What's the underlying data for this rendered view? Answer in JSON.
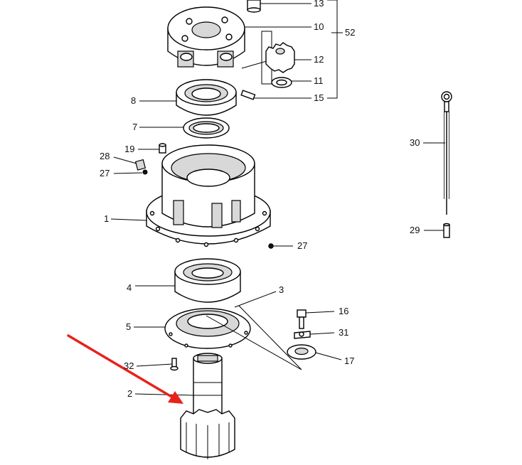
{
  "diagram": {
    "labels": [
      "13",
      "10",
      "52",
      "12",
      "11",
      "15",
      "8",
      "7",
      "19",
      "28",
      "27",
      "1",
      "27",
      "4",
      "3",
      "5",
      "16",
      "31",
      "17",
      "32",
      "2",
      "30",
      "29"
    ],
    "arrow_color": "#e8221b"
  }
}
